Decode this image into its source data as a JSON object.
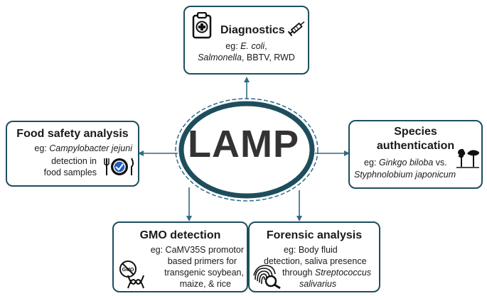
{
  "center": {
    "label": "LAMP"
  },
  "diagnostics": {
    "title": "Diagnostics",
    "line1_prefix": "eg: ",
    "line1_italic": "E. coli",
    "line1_suffix": ",",
    "line2_italic": "Salmonella",
    "line2_suffix": ", BBTV, RWD",
    "icons": [
      "clipboard-medical-icon",
      "syringe-icon"
    ]
  },
  "food_safety": {
    "title": "Food safety analysis",
    "line1_prefix": "eg: ",
    "line1_italic": "Campylobacter jejuni",
    "line2": "detection in",
    "line3": "food samples",
    "icons": [
      "plate-check-icon"
    ]
  },
  "species": {
    "title_line1": "Species",
    "title_line2": "authentication",
    "line1_prefix": "eg: ",
    "line1_italic": "Ginkgo biloba",
    "line1_suffix": " vs.",
    "line2_italic": "Styphnolobium japonicum",
    "icons": [
      "trees-icon"
    ]
  },
  "gmo": {
    "title": "GMO detection",
    "line1": "eg: CaMV35S  promotor",
    "line2": "based primers for",
    "line3": "transgenic soybean,",
    "line4": "maize, & rice",
    "icons": [
      "no-gmo-icon",
      "dna-icon"
    ],
    "icon_text": "GMO"
  },
  "forensic": {
    "title": "Forensic analysis",
    "line1": "eg: Body fluid",
    "line2": "detection, saliva presence",
    "line3_prefix": "through ",
    "line3_italic": "Streptococcus",
    "line4_italic": "salivarius",
    "icons": [
      "fingerprint-magnifier-icon"
    ]
  },
  "colors": {
    "border": "#1e4e5e",
    "arrow": "#2e6a84",
    "ring": "#1e4e5e",
    "text": "#1a1a1a"
  }
}
